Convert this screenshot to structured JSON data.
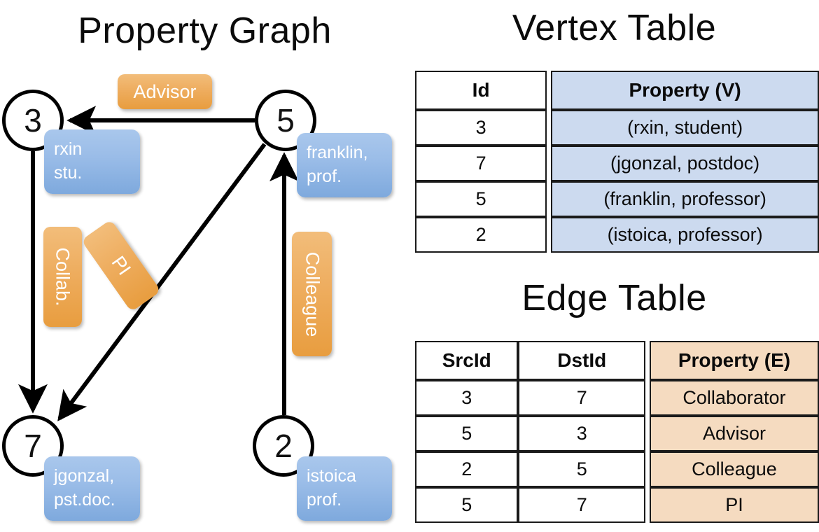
{
  "titles": {
    "property_graph": "Property Graph",
    "vertex_table": "Vertex Table",
    "edge_table": "Edge Table"
  },
  "graph": {
    "vertices": [
      {
        "id": "3",
        "property": "rxin\nstu."
      },
      {
        "id": "5",
        "property": "franklin,\nprof."
      },
      {
        "id": "7",
        "property": "jgonzal,\npst.doc."
      },
      {
        "id": "2",
        "property": "istoica\nprof."
      }
    ],
    "vertex_labels": {
      "v3": "3",
      "v5": "5",
      "v7": "7",
      "v2": "2"
    },
    "property_boxes": {
      "rxin_line1": "rxin",
      "rxin_line2": "stu.",
      "franklin_line1": "franklin,",
      "franklin_line2": "prof.",
      "jgonzal_line1": "jgonzal,",
      "jgonzal_line2": "pst.doc.",
      "istoica_line1": "istoica",
      "istoica_line2": "prof."
    },
    "edge_labels": {
      "advisor": "Advisor",
      "collab": "Collab.",
      "pi": "PI",
      "colleague": "Colleague"
    },
    "colors": {
      "vertex_stroke": "#000000",
      "vertex_fill": "#ffffff",
      "property_box": "#8fb4e3",
      "edge_label_box": "#eead5f",
      "edge_line": "#000000"
    }
  },
  "vertex_table": {
    "headers": [
      "Id",
      "Property (V)"
    ],
    "rows": [
      {
        "id": "3",
        "property": "(rxin, student)"
      },
      {
        "id": "7",
        "property": "(jgonzal, postdoc)"
      },
      {
        "id": "5",
        "property": "(franklin, professor)"
      },
      {
        "id": "2",
        "property": "(istoica, professor)"
      }
    ],
    "highlight_color": "#ccdaef"
  },
  "edge_table": {
    "headers": [
      "SrcId",
      "DstId",
      "Property (E)"
    ],
    "rows": [
      {
        "src": "3",
        "dst": "7",
        "property": "Collaborator"
      },
      {
        "src": "5",
        "dst": "3",
        "property": "Advisor"
      },
      {
        "src": "2",
        "dst": "5",
        "property": "Colleague"
      },
      {
        "src": "5",
        "dst": "7",
        "property": "PI"
      }
    ],
    "highlight_color": "#f5dbc0"
  }
}
